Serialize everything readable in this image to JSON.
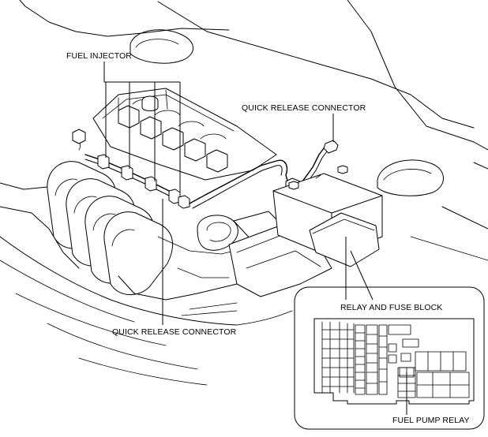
{
  "labels": {
    "fuel_injector": "FUEL INJECTOR",
    "quick_release_connector_top": "QUICK RELEASE CONNECTOR",
    "quick_release_connector_bottom": "QUICK RELEASE CONNECTOR",
    "relay_and_fuse_block": "RELAY AND FUSE BLOCK",
    "fuel_pump_relay": "FUEL PUMP RELAY"
  }
}
